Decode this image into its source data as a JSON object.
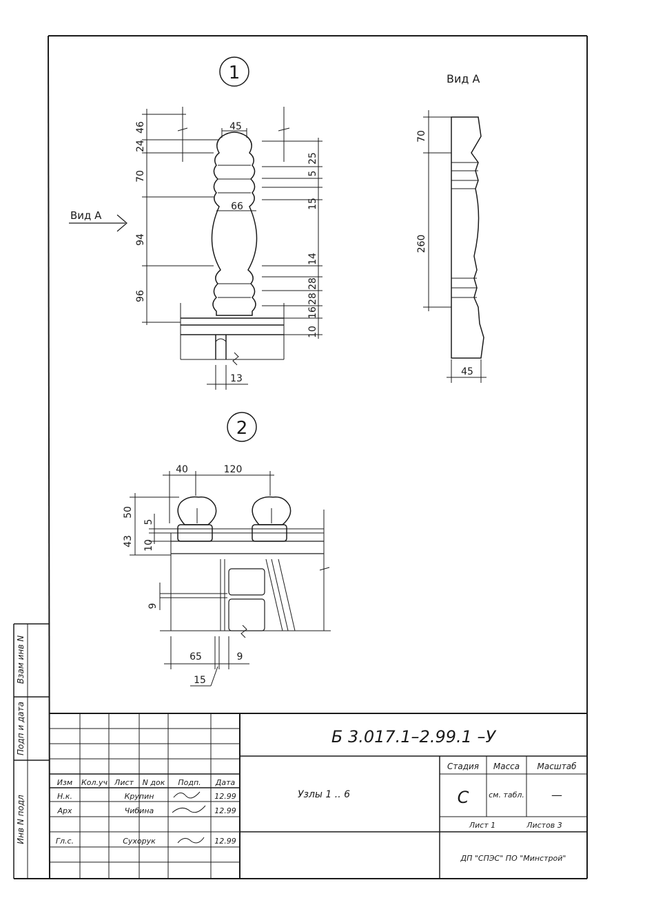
{
  "node1": {
    "marker": "1",
    "view_label": "Вид А",
    "arrow_label": "Вид А",
    "dims_left": [
      "46",
      "24",
      "70",
      "94",
      "96"
    ],
    "dims_right": [
      "25",
      "5",
      "15",
      "14",
      "28",
      "28",
      "16",
      "10"
    ],
    "dim_top": "45",
    "dim_mid": "66",
    "dim_bottom": "13"
  },
  "view_a": {
    "dim_top": "70",
    "dim_mid": "260",
    "dim_bottom": "45"
  },
  "node2": {
    "marker": "2",
    "dim_40": "40",
    "dim_120": "120",
    "dim_50": "50",
    "dim_5": "5",
    "dim_43": "43",
    "dim_10": "10",
    "dim_9_left": "9",
    "dim_65": "65",
    "dim_9_bottom": "9",
    "dim_15": "15"
  },
  "side_stamp": {
    "vzam": "Взам инв N",
    "podp": "Подп и дата",
    "inv": "Инв N подл"
  },
  "title_block": {
    "designation": "Б 3.017.1–2.99.1 –У",
    "headers": [
      "Изм",
      "Кол.уч",
      "Лист",
      "N док",
      "Подп.",
      "Дата"
    ],
    "rows": [
      [
        "",
        "Н.к.",
        "Крупин",
        "",
        "12.99"
      ],
      [
        "",
        "Арх",
        "Чибина",
        "",
        "12.99"
      ],
      [
        "",
        "Гл.с.",
        "Сухорук",
        "",
        "12.99"
      ]
    ],
    "name": "Узлы 1 .. 6",
    "stage_header": "Стадия",
    "mass_header": "Масса",
    "scale_header": "Масштаб",
    "stage": "С",
    "mass": "см. табл.",
    "scale": "—",
    "sheet": "Лист 1",
    "sheets": "Листов 3",
    "org": "ДП \"СПЭС\" ПО \"Минстрой\""
  }
}
